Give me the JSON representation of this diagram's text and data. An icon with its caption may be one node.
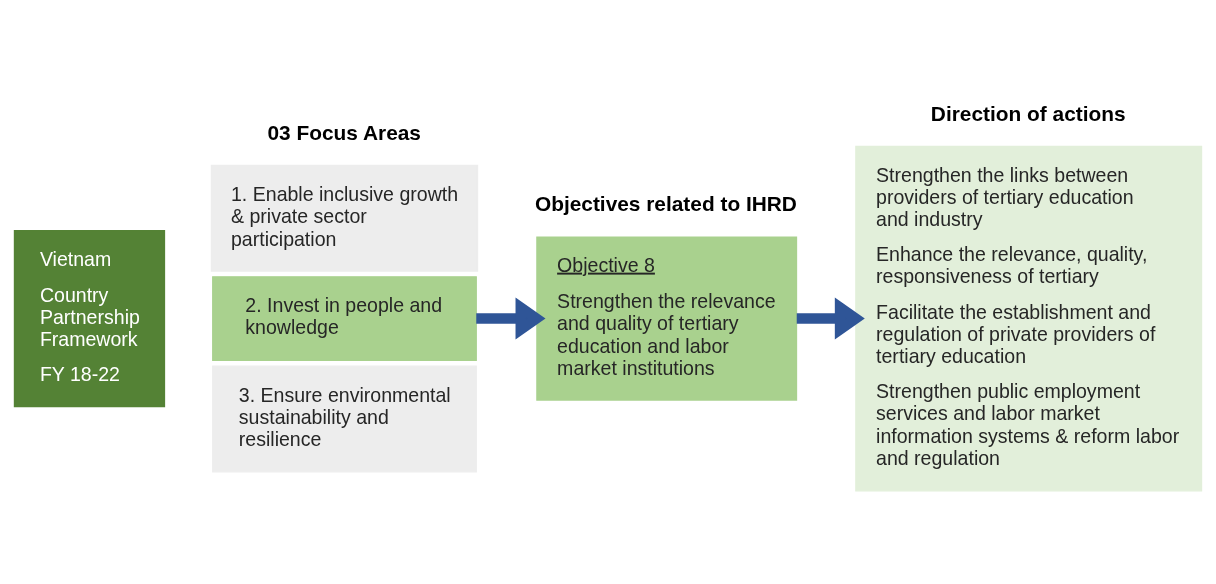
{
  "diagram": {
    "nodes": [
      {
        "text": [
          "Vietnam",
          "Country Partnership Framework",
          "FY 18-22"
        ]
      },
      {
        "text": [
          "1. Enable inclusive growth & private sector participation"
        ]
      },
      {
        "text": [
          "2. Invest in people and knowledge"
        ]
      },
      {
        "text": [
          "3. Ensure environmental sustainability and resilience"
        ]
      },
      {
        "text": [
          "Objective 8",
          "Strengthen the relevance and quality of tertiary education and labor market institutions"
        ]
      },
      {
        "text": [
          "Strengthen the links between providers of tertiary education and industry",
          "Enhance the relevance, quality, responsiveness of tertiary",
          "Facilitate the establishment and regulation of private providers of tertiary education",
          "Strengthen public employment services and labor market information systems & reform labor and regulation"
        ]
      }
    ],
    "edges": [
      {
        "from": 2,
        "to": 4,
        "arrow": "to"
      },
      {
        "from": 4,
        "to": 5,
        "arrow": "to"
      }
    ],
    "labels": [
      "03 Focus Areas",
      "Objectives related to IHRD",
      "Direction of actions"
    ]
  }
}
